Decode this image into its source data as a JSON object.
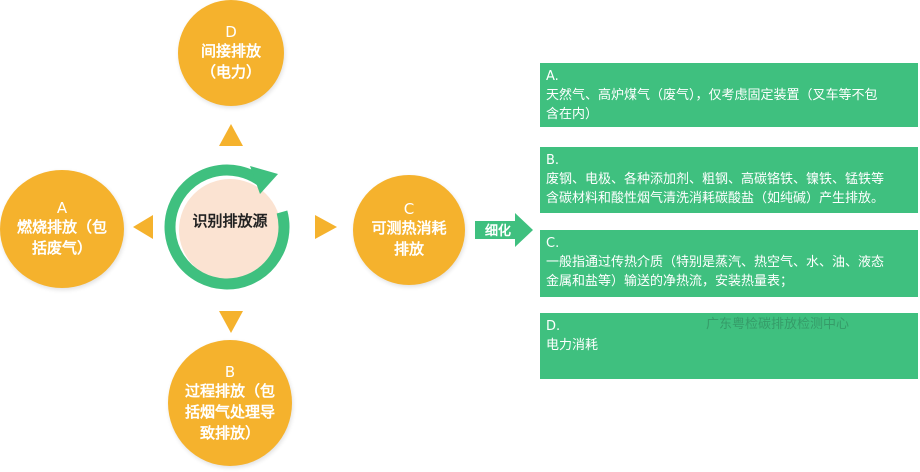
{
  "center": {
    "label": "识别排放源"
  },
  "circles": {
    "d": {
      "letter": "D",
      "line1": "间接排放",
      "line2": "（电力）"
    },
    "a": {
      "letter": "A",
      "line1": "燃烧排放（包",
      "line2": "括废气）"
    },
    "c": {
      "letter": "C",
      "line1": "可测热消耗",
      "line2": "排放"
    },
    "b": {
      "letter": "B",
      "line1": "过程排放（包",
      "line2": "括烟气处理导",
      "line3": "致排放）"
    }
  },
  "refine": {
    "label": "细化"
  },
  "boxes": [
    {
      "title": "A.",
      "line1": "天然气、高炉煤气（废气），仅考虑固定装置（叉车等不包",
      "line2": "含在内）"
    },
    {
      "title": "B.",
      "line1": "废钢、电极、各种添加剂、粗钢、高碳铬铁、镍铁、锰铁等",
      "line2": "含碳材料和酸性烟气清洗消耗碳酸盐（如纯碱）产生排放。"
    },
    {
      "title": "C.",
      "line1": "一般指通过传热介质（特别是蒸汽、热空气、水、油、液态",
      "line2": "金属和盐等）输送的净热流，安装热量表；"
    },
    {
      "title": "D.",
      "line1": "电力消耗",
      "line2": ""
    }
  ],
  "watermark": "广东粤检碳排放检测中心",
  "colors": {
    "circle": "#f5b22d",
    "box": "#3fc07f",
    "ring": "#3fc07f",
    "center_fill": "#fbe3d2"
  }
}
